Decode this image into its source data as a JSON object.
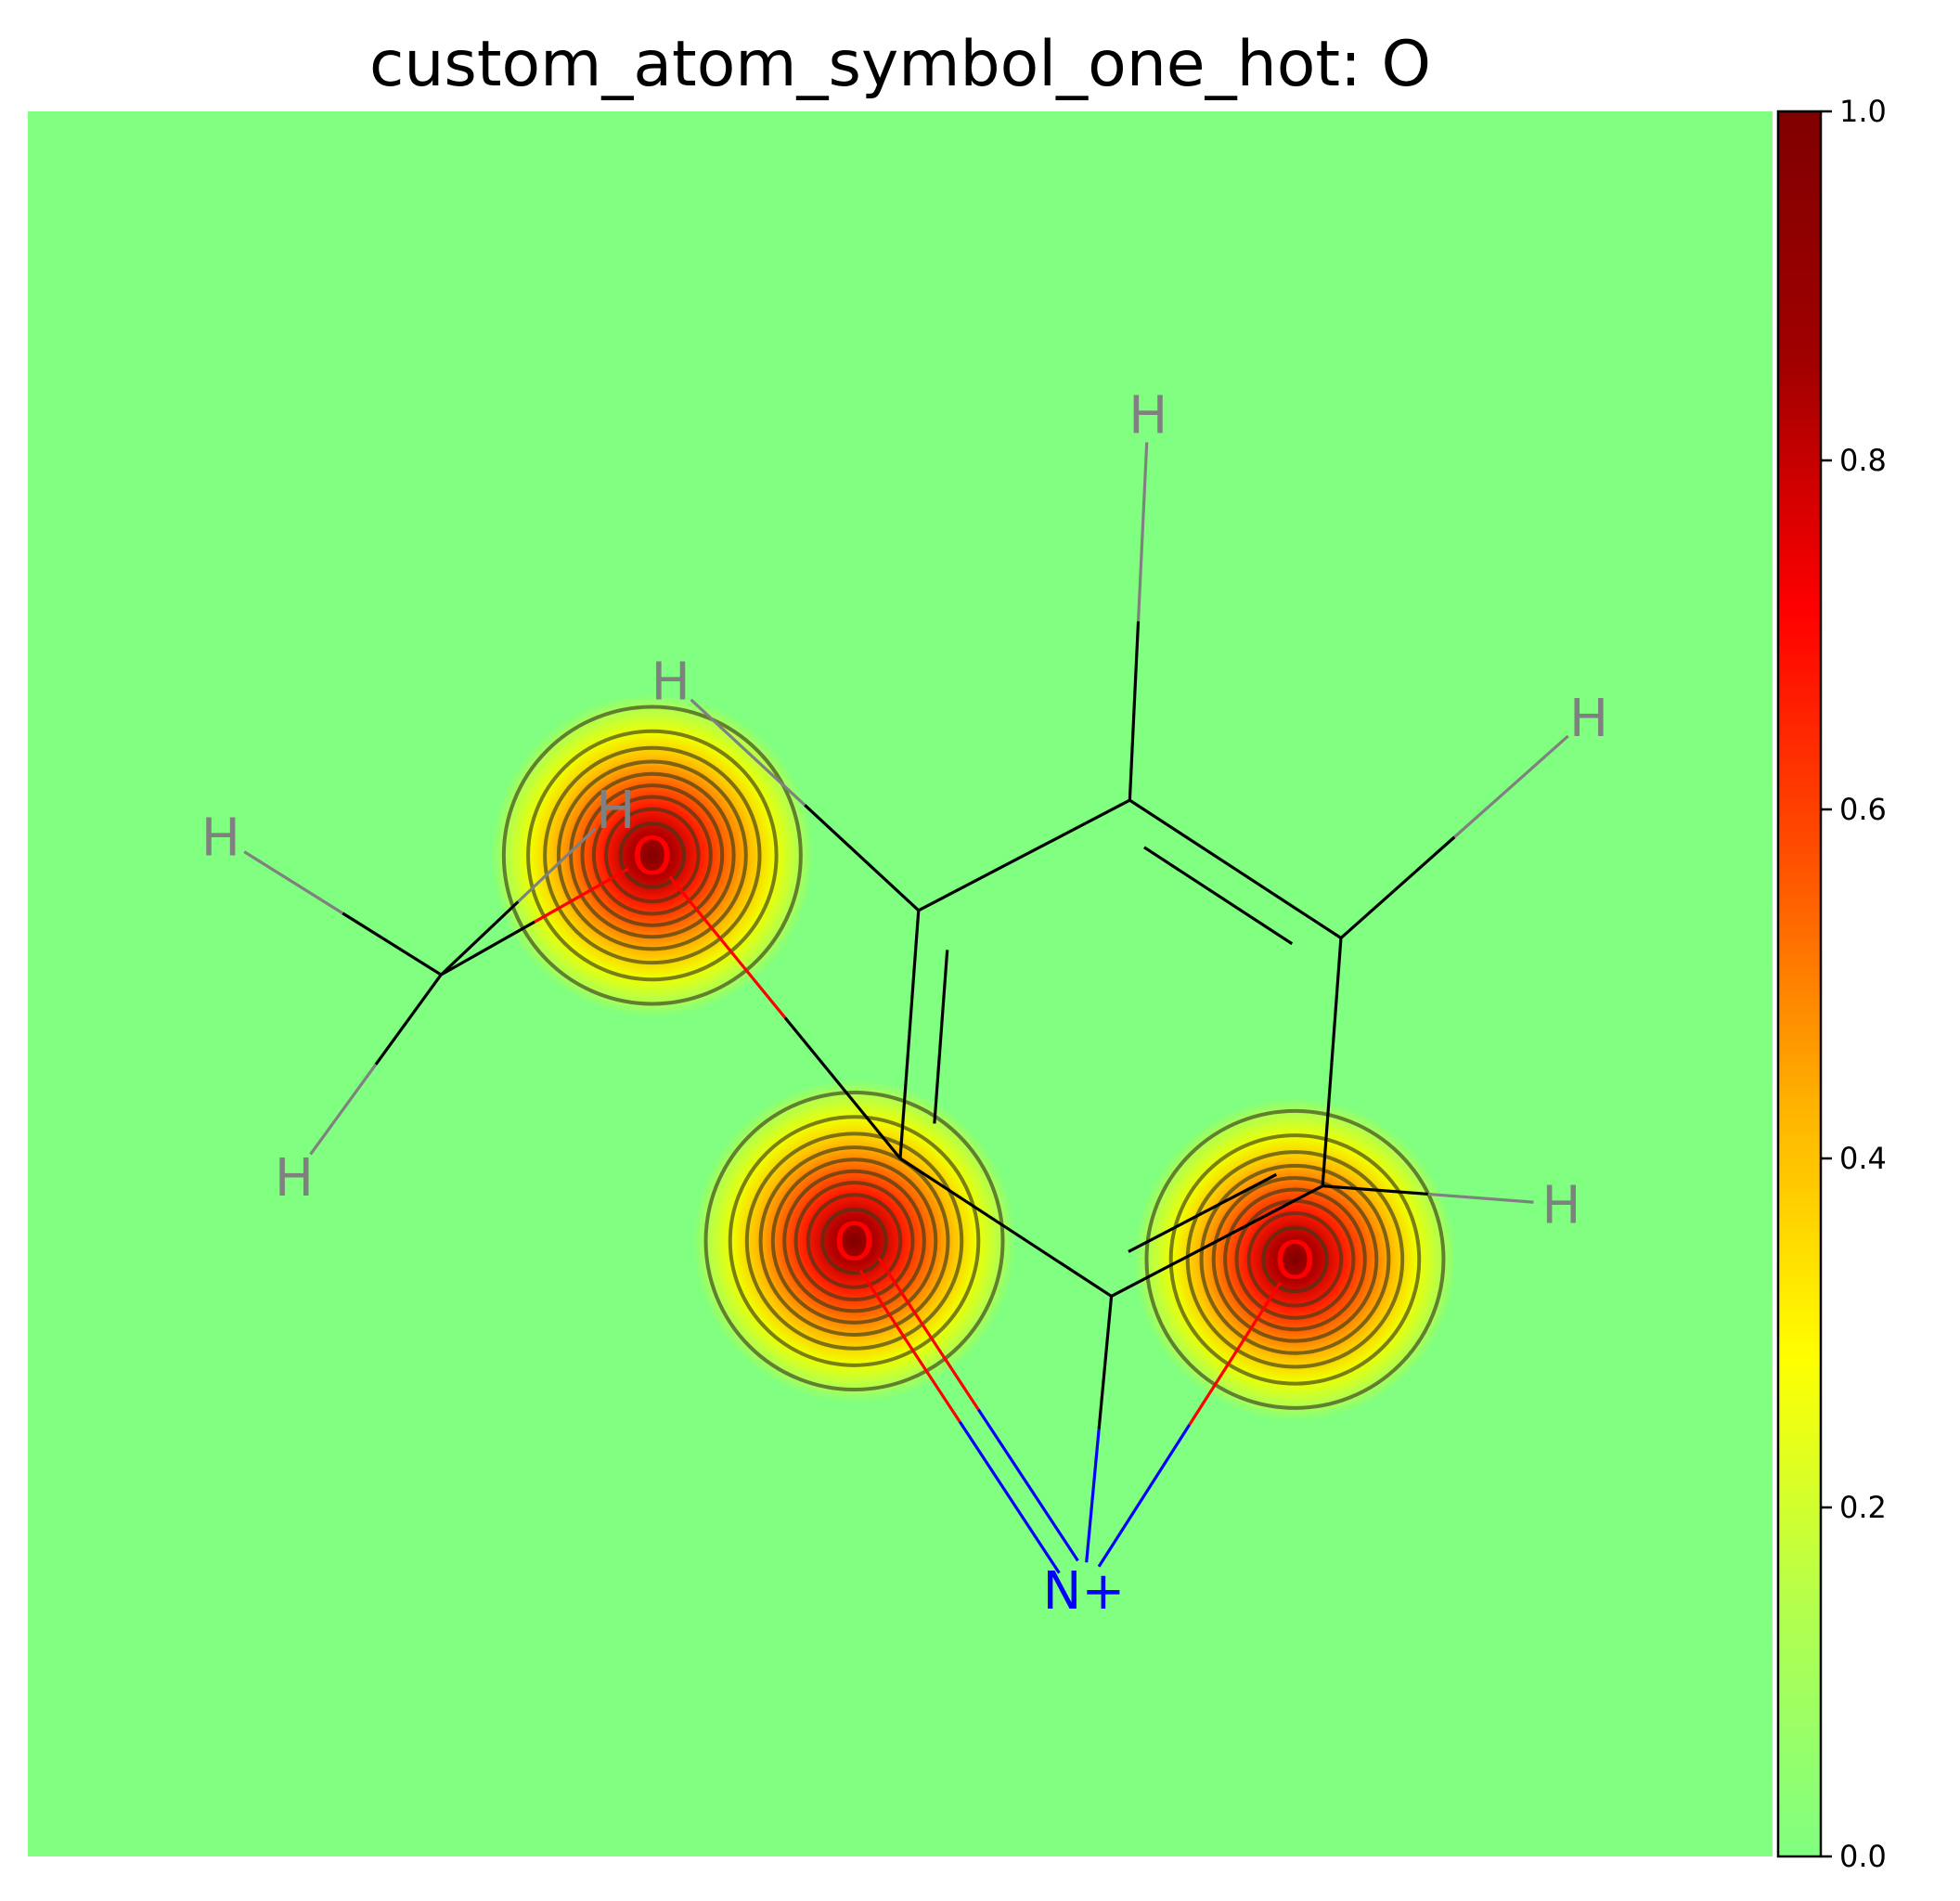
{
  "chart_data": {
    "type": "heatmap",
    "title": "custom_atom_symbol_one_hot: O",
    "colormap": "jet",
    "background_value": 0.0,
    "peaks": [
      {
        "atom": "O",
        "x": 6.8,
        "y": 10.9,
        "value": 1.0
      },
      {
        "atom": "O",
        "x": 9.0,
        "y": 6.7,
        "value": 1.0
      },
      {
        "atom": "O",
        "x": 13.8,
        "y": 6.5,
        "value": 1.0
      }
    ],
    "contour_levels": [
      0.1,
      0.2,
      0.3,
      0.4,
      0.5,
      0.6,
      0.7,
      0.8,
      0.9
    ],
    "x_range": [
      0,
      19
    ],
    "y_range": [
      0,
      19
    ],
    "colorbar": {
      "min": 0.0,
      "max": 1.0,
      "ticks": [
        "0.0",
        "0.2",
        "0.4",
        "0.6",
        "0.8",
        "1.0"
      ],
      "colors": [
        "#80ff80",
        "#b3ff4d",
        "#ffff00",
        "#ffb300",
        "#ff5000",
        "#ff0000",
        "#a00000",
        "#800000"
      ]
    },
    "molecule": {
      "atoms": [
        {
          "id": "C1",
          "symbol": "",
          "x": 12.0,
          "y": 11.5
        },
        {
          "id": "C2",
          "symbol": "",
          "x": 14.3,
          "y": 10.0
        },
        {
          "id": "C3",
          "symbol": "",
          "x": 14.1,
          "y": 7.3
        },
        {
          "id": "C4",
          "symbol": "",
          "x": 11.8,
          "y": 6.1
        },
        {
          "id": "C5",
          "symbol": "",
          "x": 9.5,
          "y": 7.6
        },
        {
          "id": "C6",
          "symbol": "",
          "x": 9.7,
          "y": 10.3
        },
        {
          "id": "Om",
          "symbol": "O",
          "x": 6.8,
          "y": 10.9,
          "color": "#ff0000"
        },
        {
          "id": "Cm",
          "symbol": "",
          "x": 4.5,
          "y": 9.6
        },
        {
          "id": "N",
          "symbol": "N+",
          "x": 11.5,
          "y": 2.9,
          "color": "#0000ff"
        },
        {
          "id": "O2",
          "symbol": "O",
          "x": 9.0,
          "y": 6.7,
          "color": "#ff0000"
        },
        {
          "id": "O3",
          "symbol": "O",
          "x": 13.8,
          "y": 6.5,
          "color": "#ff0000"
        },
        {
          "id": "H1",
          "symbol": "H",
          "x": 12.2,
          "y": 15.7,
          "color": "#808080"
        },
        {
          "id": "H2",
          "symbol": "H",
          "x": 7.0,
          "y": 12.8,
          "color": "#808080"
        },
        {
          "id": "H3",
          "symbol": "H",
          "x": 17.0,
          "y": 12.4,
          "color": "#808080"
        },
        {
          "id": "H4",
          "symbol": "H",
          "x": 16.7,
          "y": 7.1,
          "color": "#808080"
        },
        {
          "id": "H5",
          "symbol": "H",
          "x": 2.1,
          "y": 11.1,
          "color": "#808080"
        },
        {
          "id": "H6",
          "symbol": "H",
          "x": 6.4,
          "y": 11.4,
          "color": "#808080"
        },
        {
          "id": "H7",
          "symbol": "H",
          "x": 2.9,
          "y": 7.4,
          "color": "#808080"
        }
      ],
      "bonds": [
        {
          "a": "C1",
          "b": "C2",
          "order": 2
        },
        {
          "a": "C2",
          "b": "C3",
          "order": 1
        },
        {
          "a": "C3",
          "b": "C4",
          "order": 2
        },
        {
          "a": "C4",
          "b": "C5",
          "order": 1
        },
        {
          "a": "C5",
          "b": "C6",
          "order": 2
        },
        {
          "a": "C6",
          "b": "C1",
          "order": 1
        },
        {
          "a": "C5",
          "b": "Om",
          "order": 1
        },
        {
          "a": "Om",
          "b": "Cm",
          "order": 1
        },
        {
          "a": "C4",
          "b": "N",
          "order": 1
        },
        {
          "a": "N",
          "b": "O2",
          "order": 2
        },
        {
          "a": "N",
          "b": "O3",
          "order": 1
        },
        {
          "a": "C1",
          "b": "H1",
          "order": 1
        },
        {
          "a": "C6",
          "b": "H2",
          "order": 1
        },
        {
          "a": "C2",
          "b": "H3",
          "order": 1
        },
        {
          "a": "C3",
          "b": "H4",
          "order": 1
        },
        {
          "a": "Cm",
          "b": "H5",
          "order": 1
        },
        {
          "a": "Cm",
          "b": "H6",
          "order": 1
        },
        {
          "a": "Cm",
          "b": "H7",
          "order": 1
        }
      ]
    }
  }
}
